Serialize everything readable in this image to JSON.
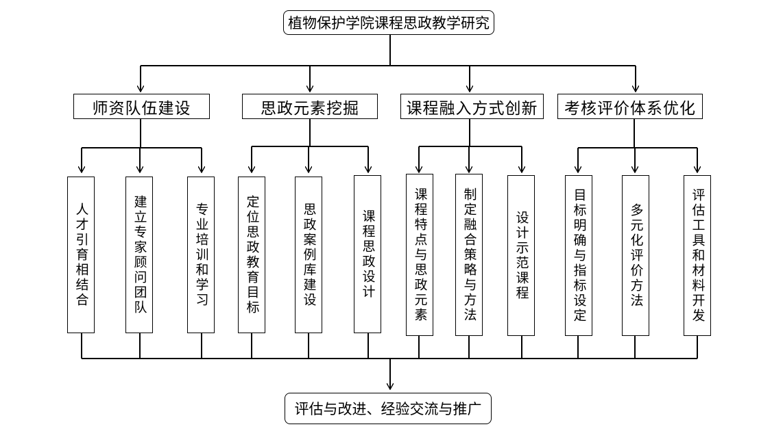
{
  "root": {
    "label": "植物保护学院课程思政教学研究"
  },
  "categories": [
    {
      "label": "师资队伍建设",
      "children": [
        "人才引育相结合",
        "建立专家顾问团队",
        "专业培训和学习"
      ]
    },
    {
      "label": "思政元素挖掘",
      "children": [
        "定位思政教育目标",
        "思政案例库建设",
        "课程思政设计"
      ]
    },
    {
      "label": "课程融入方式创新",
      "children": [
        "课程特点与思政元素",
        "制定融合策略与方法",
        "设计示范课程"
      ]
    },
    {
      "label": "考核评价体系优化",
      "children": [
        "目标明确与指标设定",
        "多元化评价方法",
        "评估工具和材料开发"
      ]
    }
  ],
  "outcome": {
    "label": "评估与改进、经验交流与推广"
  }
}
